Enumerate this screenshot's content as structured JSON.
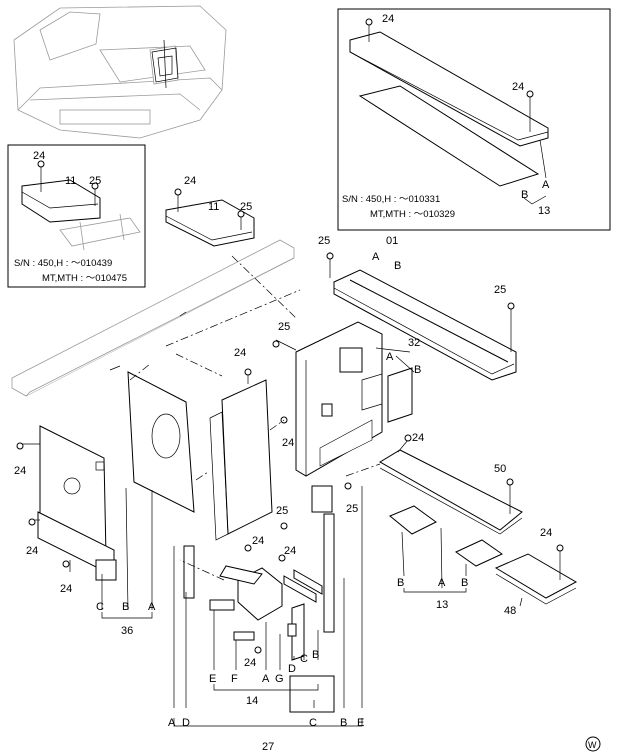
{
  "parts": {
    "p24": "24",
    "p25": "25",
    "p11": "11",
    "p13": "13",
    "p01": "01",
    "p32": "32",
    "p50": "50",
    "p48": "48",
    "p36": "36",
    "p14": "14",
    "p27": "27"
  },
  "letters": {
    "A": "A",
    "B": "B",
    "C": "C",
    "D": "D",
    "E": "E",
    "F": "F",
    "G": "G"
  },
  "inset_left": {
    "sn_line1": "S/N  :    450,H  :    ～010439",
    "sn_line2": "MT,MTH  :    ～010475"
  },
  "inset_right": {
    "sn_line1": "S/N  :    450,H  :    ～010331",
    "sn_line2": "MT,MTH  :    ～010329"
  },
  "footer_mark": "W"
}
